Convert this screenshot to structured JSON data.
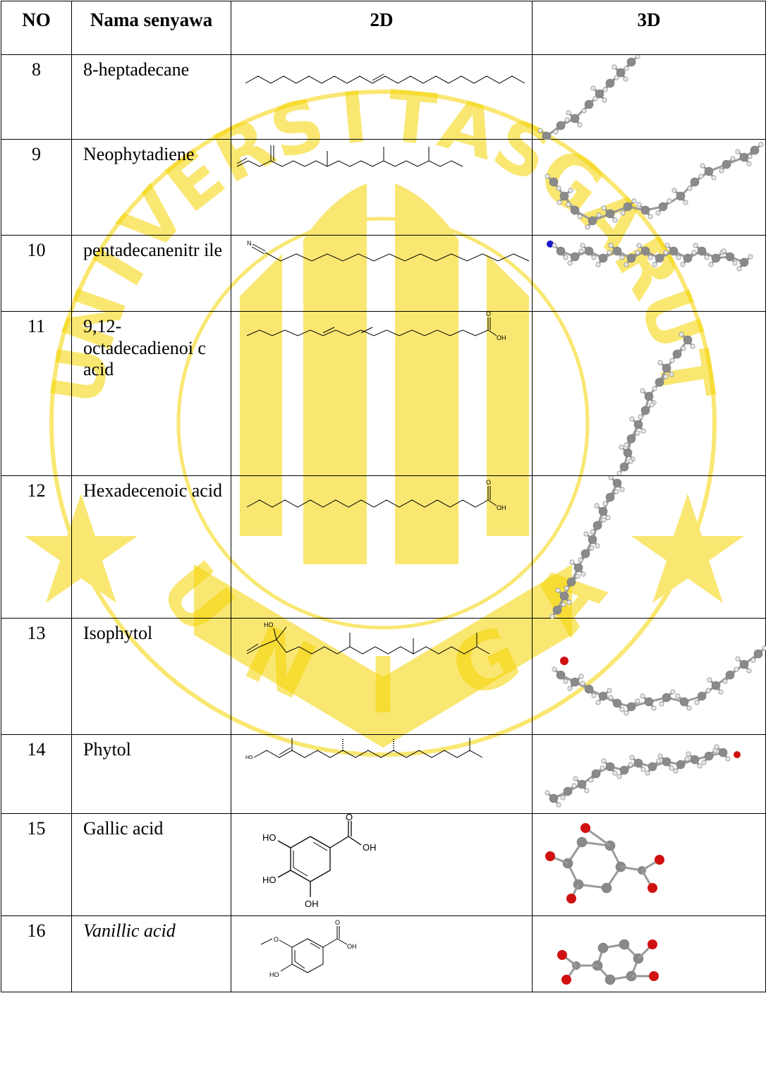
{
  "watermark": {
    "color": "#f5d400",
    "letters_top": [
      "U",
      "N",
      "I",
      "V",
      "E",
      "R",
      "S",
      "I",
      "T",
      "A",
      "S",
      "G",
      "A",
      "R",
      "U",
      "T"
    ],
    "letters_bottom": [
      "U",
      "N",
      "I",
      "G",
      "A"
    ]
  },
  "table": {
    "headers": [
      "NO",
      "Nama senyawa",
      "2D",
      "3D"
    ],
    "rows": [
      {
        "no": "8",
        "name": "8-heptadecane"
      },
      {
        "no": "9",
        "name": "Neophytadiene"
      },
      {
        "no": "10",
        "name": "pentadecanenitr ile"
      },
      {
        "no": "11",
        "name": "9,12- octadecadienoi c acid"
      },
      {
        "no": "12",
        "name": "Hexadecenoic acid"
      },
      {
        "no": "13",
        "name": "Isophytol"
      },
      {
        "no": "14",
        "name": "Phytol"
      },
      {
        "no": "15",
        "name": "Gallic acid"
      },
      {
        "no": "16",
        "name": "Vanillic acid"
      }
    ]
  },
  "labels": {
    "n": "N",
    "o": "O",
    "oh": "OH",
    "ho": "HO"
  },
  "colors": {
    "carbon": "#8a8a8a",
    "hydrogen": "#e6e6e6",
    "oxygen": "#d01010",
    "nitrogen": "#1a1acc"
  }
}
